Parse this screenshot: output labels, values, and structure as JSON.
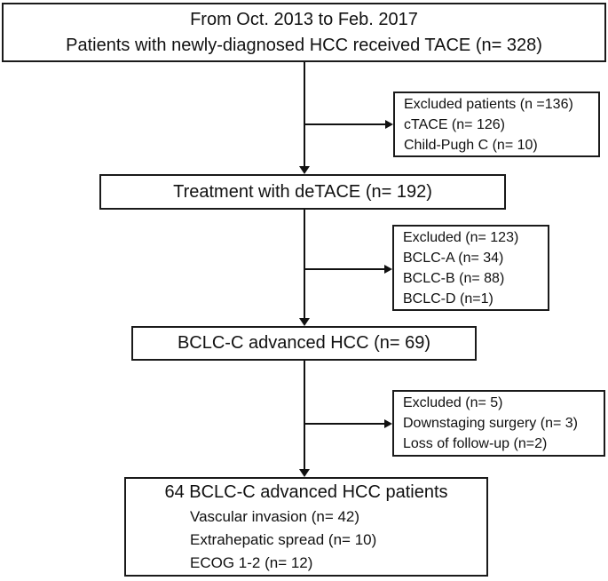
{
  "title_box": {
    "line1": "From Oct. 2013 to Feb. 2017",
    "line2": "Patients with newly-diagnosed HCC received TACE (n= 328)"
  },
  "excluded_box_1": {
    "line1": "Excluded patients (n =136)",
    "line2": "cTACE (n= 126)",
    "line3": "Child-Pugh C (n= 10)"
  },
  "treatment_box": {
    "label": "Treatment with deTACE (n= 192)"
  },
  "excluded_box_2": {
    "line1": "Excluded (n= 123)",
    "line2": "BCLC-A (n= 34)",
    "line3": "BCLC-B (n= 88)",
    "line4": "BCLC-D (n=1)"
  },
  "bclc_box": {
    "label": "BCLC-C advanced HCC (n= 69)"
  },
  "excluded_box_3": {
    "line1": "Excluded (n= 5)",
    "line2": "Downstaging surgery (n= 3)",
    "line3": "Loss of follow-up (n=2)"
  },
  "final_box": {
    "title": "64 BCLC-C advanced HCC patients",
    "line1": "Vascular invasion (n= 42)",
    "line2": "Extrahepatic spread (n= 10)",
    "line3": "ECOG 1-2 (n= 12)"
  },
  "colors": {
    "border": "#1a1a1a",
    "line": "#111111",
    "text": "#111111",
    "background": "#ffffff"
  }
}
